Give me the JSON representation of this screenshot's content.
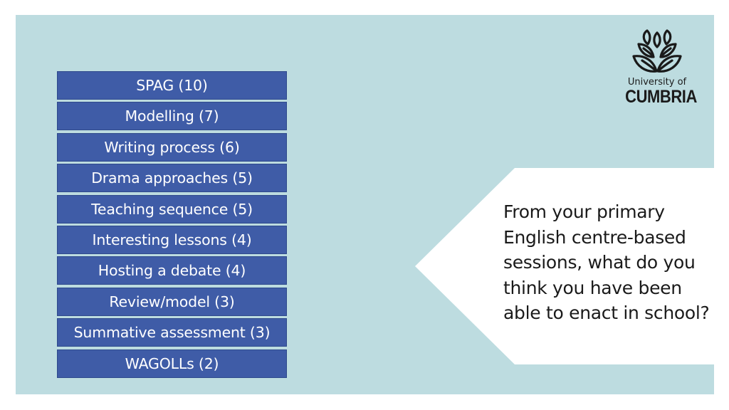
{
  "topics": [
    {
      "label": "SPAG (10)"
    },
    {
      "label": "Modelling (7)"
    },
    {
      "label": "Writing process (6)"
    },
    {
      "label": "Drama approaches (5)"
    },
    {
      "label": "Teaching sequence (5)"
    },
    {
      "label": "Interesting lessons (4)"
    },
    {
      "label": "Hosting a debate (4)"
    },
    {
      "label": "Review/model (3)"
    },
    {
      "label": "Summative assessment (3)"
    },
    {
      "label": "WAGOLLs (2)"
    }
  ],
  "question": {
    "text": "From your primary English centre-based sessions, what do you think you have been able to enact in school?"
  },
  "logo": {
    "line1": "University of",
    "line2": "CUMBRIA",
    "icon": "lotus-leaves-icon"
  },
  "colors": {
    "slide_background": "#bddce0",
    "box_fill": "#3f5ca7",
    "box_text": "#ffffff",
    "callout_fill": "#ffffff"
  }
}
